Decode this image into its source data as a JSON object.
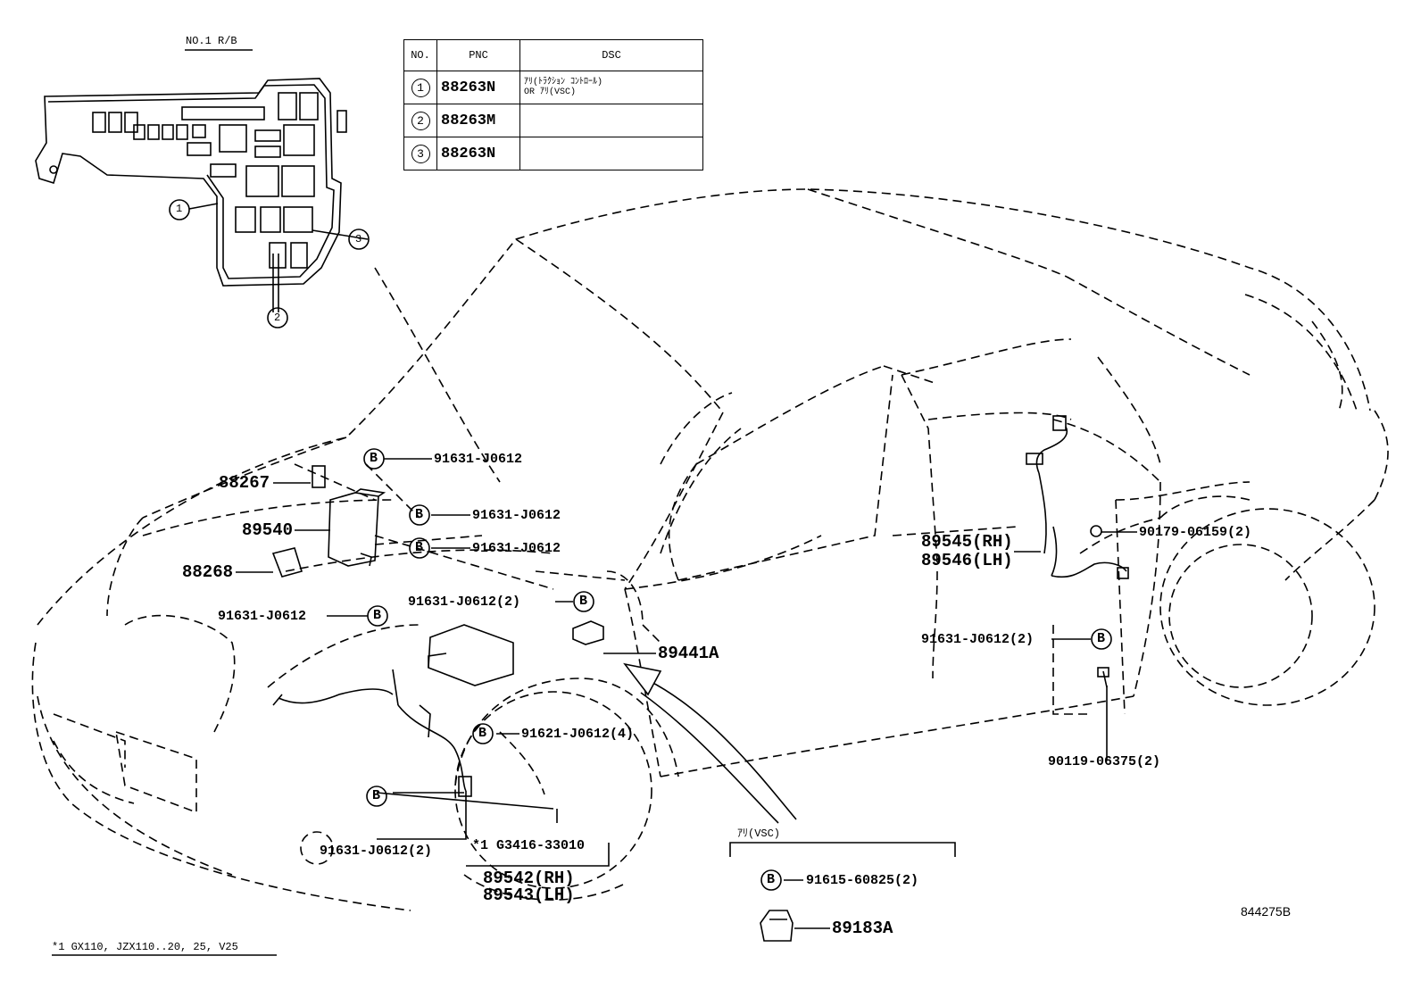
{
  "relay_block": {
    "title": "NO.1 R/B",
    "markers": [
      "1",
      "2",
      "3"
    ]
  },
  "parts_table": {
    "headers": {
      "no": "NO.",
      "pnc": "PNC",
      "dsc": "DSC"
    },
    "rows": [
      {
        "no": "1",
        "pnc": "88263N",
        "dsc_line1": "ｱﾘ(ﾄﾗｸｼｮﾝ ｺﾝﾄﾛｰﾙ)",
        "dsc_line2": "OR ｱﾘ(VSC)"
      },
      {
        "no": "2",
        "pnc": "88263M",
        "dsc_line1": "",
        "dsc_line2": ""
      },
      {
        "no": "3",
        "pnc": "88263N",
        "dsc_line1": "",
        "dsc_line2": ""
      }
    ]
  },
  "bolt_symbol": "B",
  "labels": {
    "p88267": "88267",
    "p89540": "89540",
    "p88268": "88268",
    "b1": "91631-J0612",
    "b2": "91631-J0612",
    "b3": "91631-J0612",
    "b4": "91631-J0612",
    "b5": "91631-J0612(2)",
    "p89441A": "89441A",
    "b6": "91621-J0612(4)",
    "b7": "91631-J0612(2)",
    "g3416": "*1 G3416-33010",
    "p89542": "89542(RH)",
    "p89543": "89543(LH)",
    "p89545": "89545(RH)",
    "p89546": "89546(LH)",
    "n90179": "90179-06159(2)",
    "b8": "91631-J0612(2)",
    "n90119": "90119-06375(2)",
    "vsc_box_title": "ｱﾘ(VSC)",
    "n91615": "91615-60825(2)",
    "p89183A": "89183A",
    "footnote": "*1 GX110, JZX110..20, 25, V25",
    "diagram_id": "844275B"
  }
}
